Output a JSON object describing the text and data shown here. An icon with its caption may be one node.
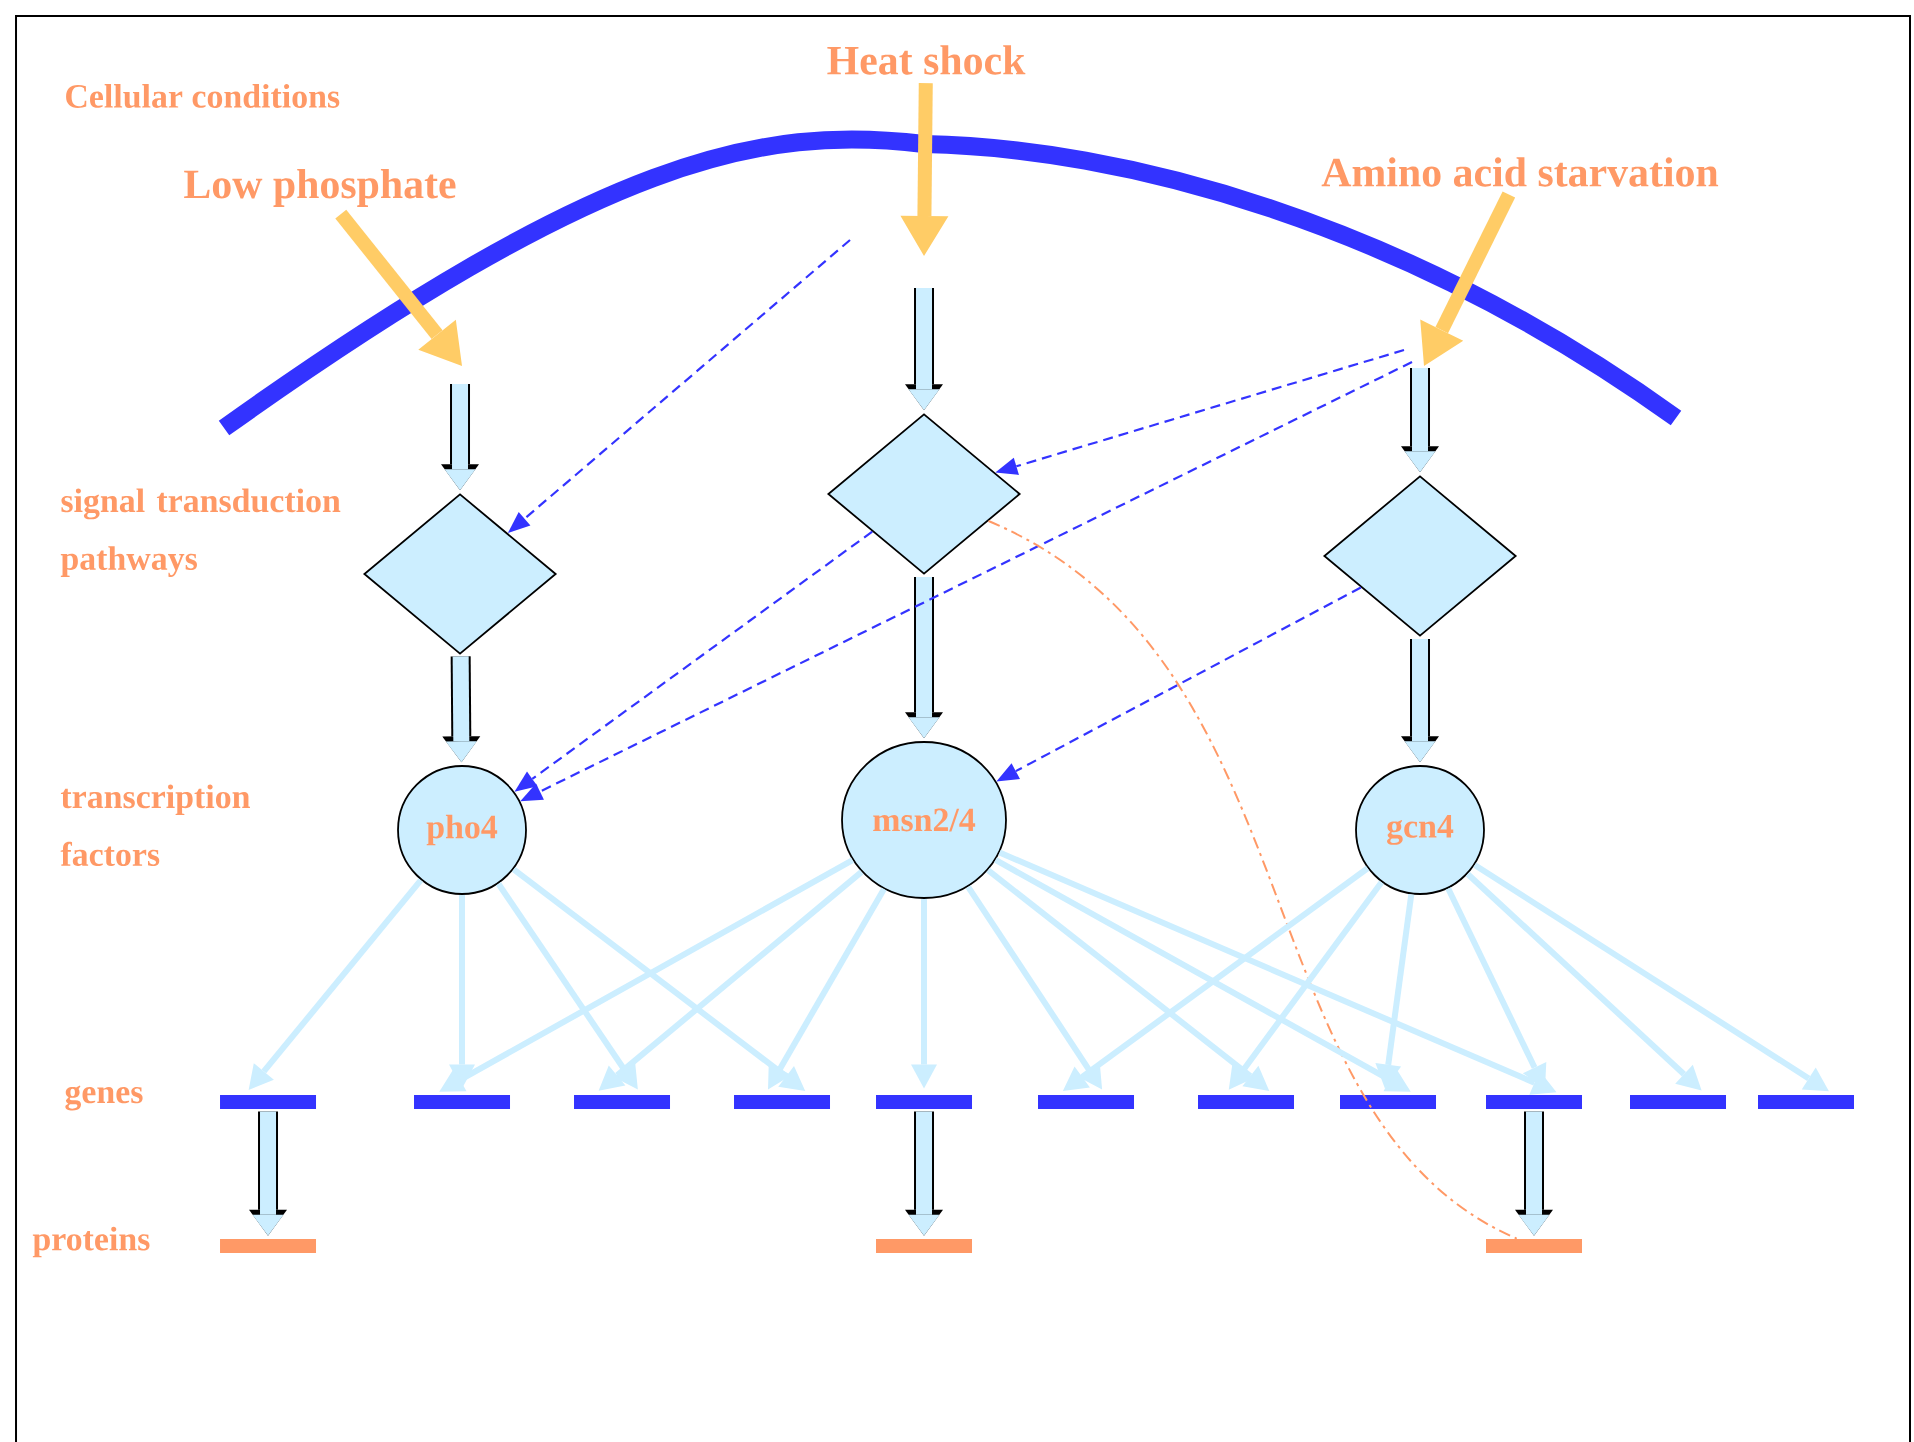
{
  "diagram": {
    "nodes": [
      {
        "text": [
          "Heat shock"
        ]
      },
      {
        "text": [
          "Low phosphate"
        ]
      },
      {
        "text": [
          "Amino acid starvation"
        ]
      },
      {
        "text": [],
        "shape": "diamond"
      },
      {
        "text": [],
        "shape": "diamond"
      },
      {
        "text": [],
        "shape": "diamond"
      },
      {
        "text": [
          "pho4"
        ]
      },
      {
        "text": [
          "msn2/4"
        ]
      },
      {
        "text": [
          "gcn4"
        ]
      },
      {
        "text": [],
        "shape": "bar"
      },
      {
        "text": [],
        "shape": "bar"
      },
      {
        "text": [],
        "shape": "bar"
      },
      {
        "text": [],
        "shape": "bar"
      },
      {
        "text": [],
        "shape": "bar"
      },
      {
        "text": [],
        "shape": "bar"
      },
      {
        "text": [],
        "shape": "bar"
      },
      {
        "text": [],
        "shape": "bar"
      },
      {
        "text": [],
        "shape": "bar"
      },
      {
        "text": [],
        "shape": "bar"
      },
      {
        "text": [],
        "shape": "bar"
      },
      {
        "text": [],
        "shape": "bar"
      },
      {
        "text": [],
        "shape": "bar"
      },
      {
        "text": [],
        "shape": "bar"
      }
    ],
    "edges": [
      {
        "from": 1,
        "to": null,
        "arrow": "to",
        "style": "thick",
        "color": "#ffcc66"
      },
      {
        "from": 0,
        "to": null,
        "arrow": "to",
        "style": "thick",
        "color": "#ffcc66"
      },
      {
        "from": 2,
        "to": null,
        "arrow": "to",
        "style": "thick",
        "color": "#ffcc66"
      },
      {
        "from": null,
        "to": 3,
        "arrow": "to",
        "style": "thick"
      },
      {
        "from": null,
        "to": 4,
        "arrow": "to",
        "style": "thick"
      },
      {
        "from": null,
        "to": 5,
        "arrow": "to",
        "style": "thick"
      },
      {
        "from": 3,
        "to": 6,
        "arrow": "to",
        "style": "thick"
      },
      {
        "from": 4,
        "to": 7,
        "arrow": "to",
        "style": "thick"
      },
      {
        "from": 5,
        "to": 8,
        "arrow": "to",
        "style": "thick"
      },
      {
        "from": null,
        "to": 3,
        "arrow": "to",
        "style": "dashed",
        "color": "#3333ff"
      },
      {
        "from": null,
        "to": 4,
        "arrow": "to",
        "style": "dashed",
        "color": "#3333ff"
      },
      {
        "from": null,
        "to": 6,
        "arrow": "to",
        "style": "dashed",
        "color": "#3333ff"
      },
      {
        "from": 4,
        "to": 6,
        "arrow": "to",
        "style": "dashed",
        "color": "#3333ff"
      },
      {
        "from": 5,
        "to": 7,
        "arrow": "to",
        "style": "dashed",
        "color": "#3333ff"
      },
      {
        "from": 4,
        "to": 22,
        "arrow": "none",
        "style": "dashed",
        "color": "#ff9966"
      },
      {
        "from": 6,
        "to": 9,
        "arrow": "to"
      },
      {
        "from": 6,
        "to": 10,
        "arrow": "to"
      },
      {
        "from": 6,
        "to": 11,
        "arrow": "to"
      },
      {
        "from": 6,
        "to": 12,
        "arrow": "to"
      },
      {
        "from": 7,
        "to": 10,
        "arrow": "to"
      },
      {
        "from": 7,
        "to": 11,
        "arrow": "to"
      },
      {
        "from": 7,
        "to": 12,
        "arrow": "to"
      },
      {
        "from": 7,
        "to": 13,
        "arrow": "to"
      },
      {
        "from": 7,
        "to": 14,
        "arrow": "to"
      },
      {
        "from": 7,
        "to": 15,
        "arrow": "to"
      },
      {
        "from": 7,
        "to": 16,
        "arrow": "to"
      },
      {
        "from": 7,
        "to": 17,
        "arrow": "to"
      },
      {
        "from": 8,
        "to": 14,
        "arrow": "to"
      },
      {
        "from": 8,
        "to": 15,
        "arrow": "to"
      },
      {
        "from": 8,
        "to": 16,
        "arrow": "to"
      },
      {
        "from": 8,
        "to": 17,
        "arrow": "to"
      },
      {
        "from": 8,
        "to": 18,
        "arrow": "to"
      },
      {
        "from": 8,
        "to": 19,
        "arrow": "to"
      },
      {
        "from": 9,
        "to": 20,
        "arrow": "to",
        "style": "thick"
      },
      {
        "from": 13,
        "to": 21,
        "arrow": "to",
        "style": "thick"
      },
      {
        "from": 17,
        "to": 22,
        "arrow": "to",
        "style": "thick"
      }
    ],
    "labels": [
      "Cellular conditions",
      "signal transduction pathways",
      "transcription factors",
      "genes",
      "proteins"
    ]
  }
}
